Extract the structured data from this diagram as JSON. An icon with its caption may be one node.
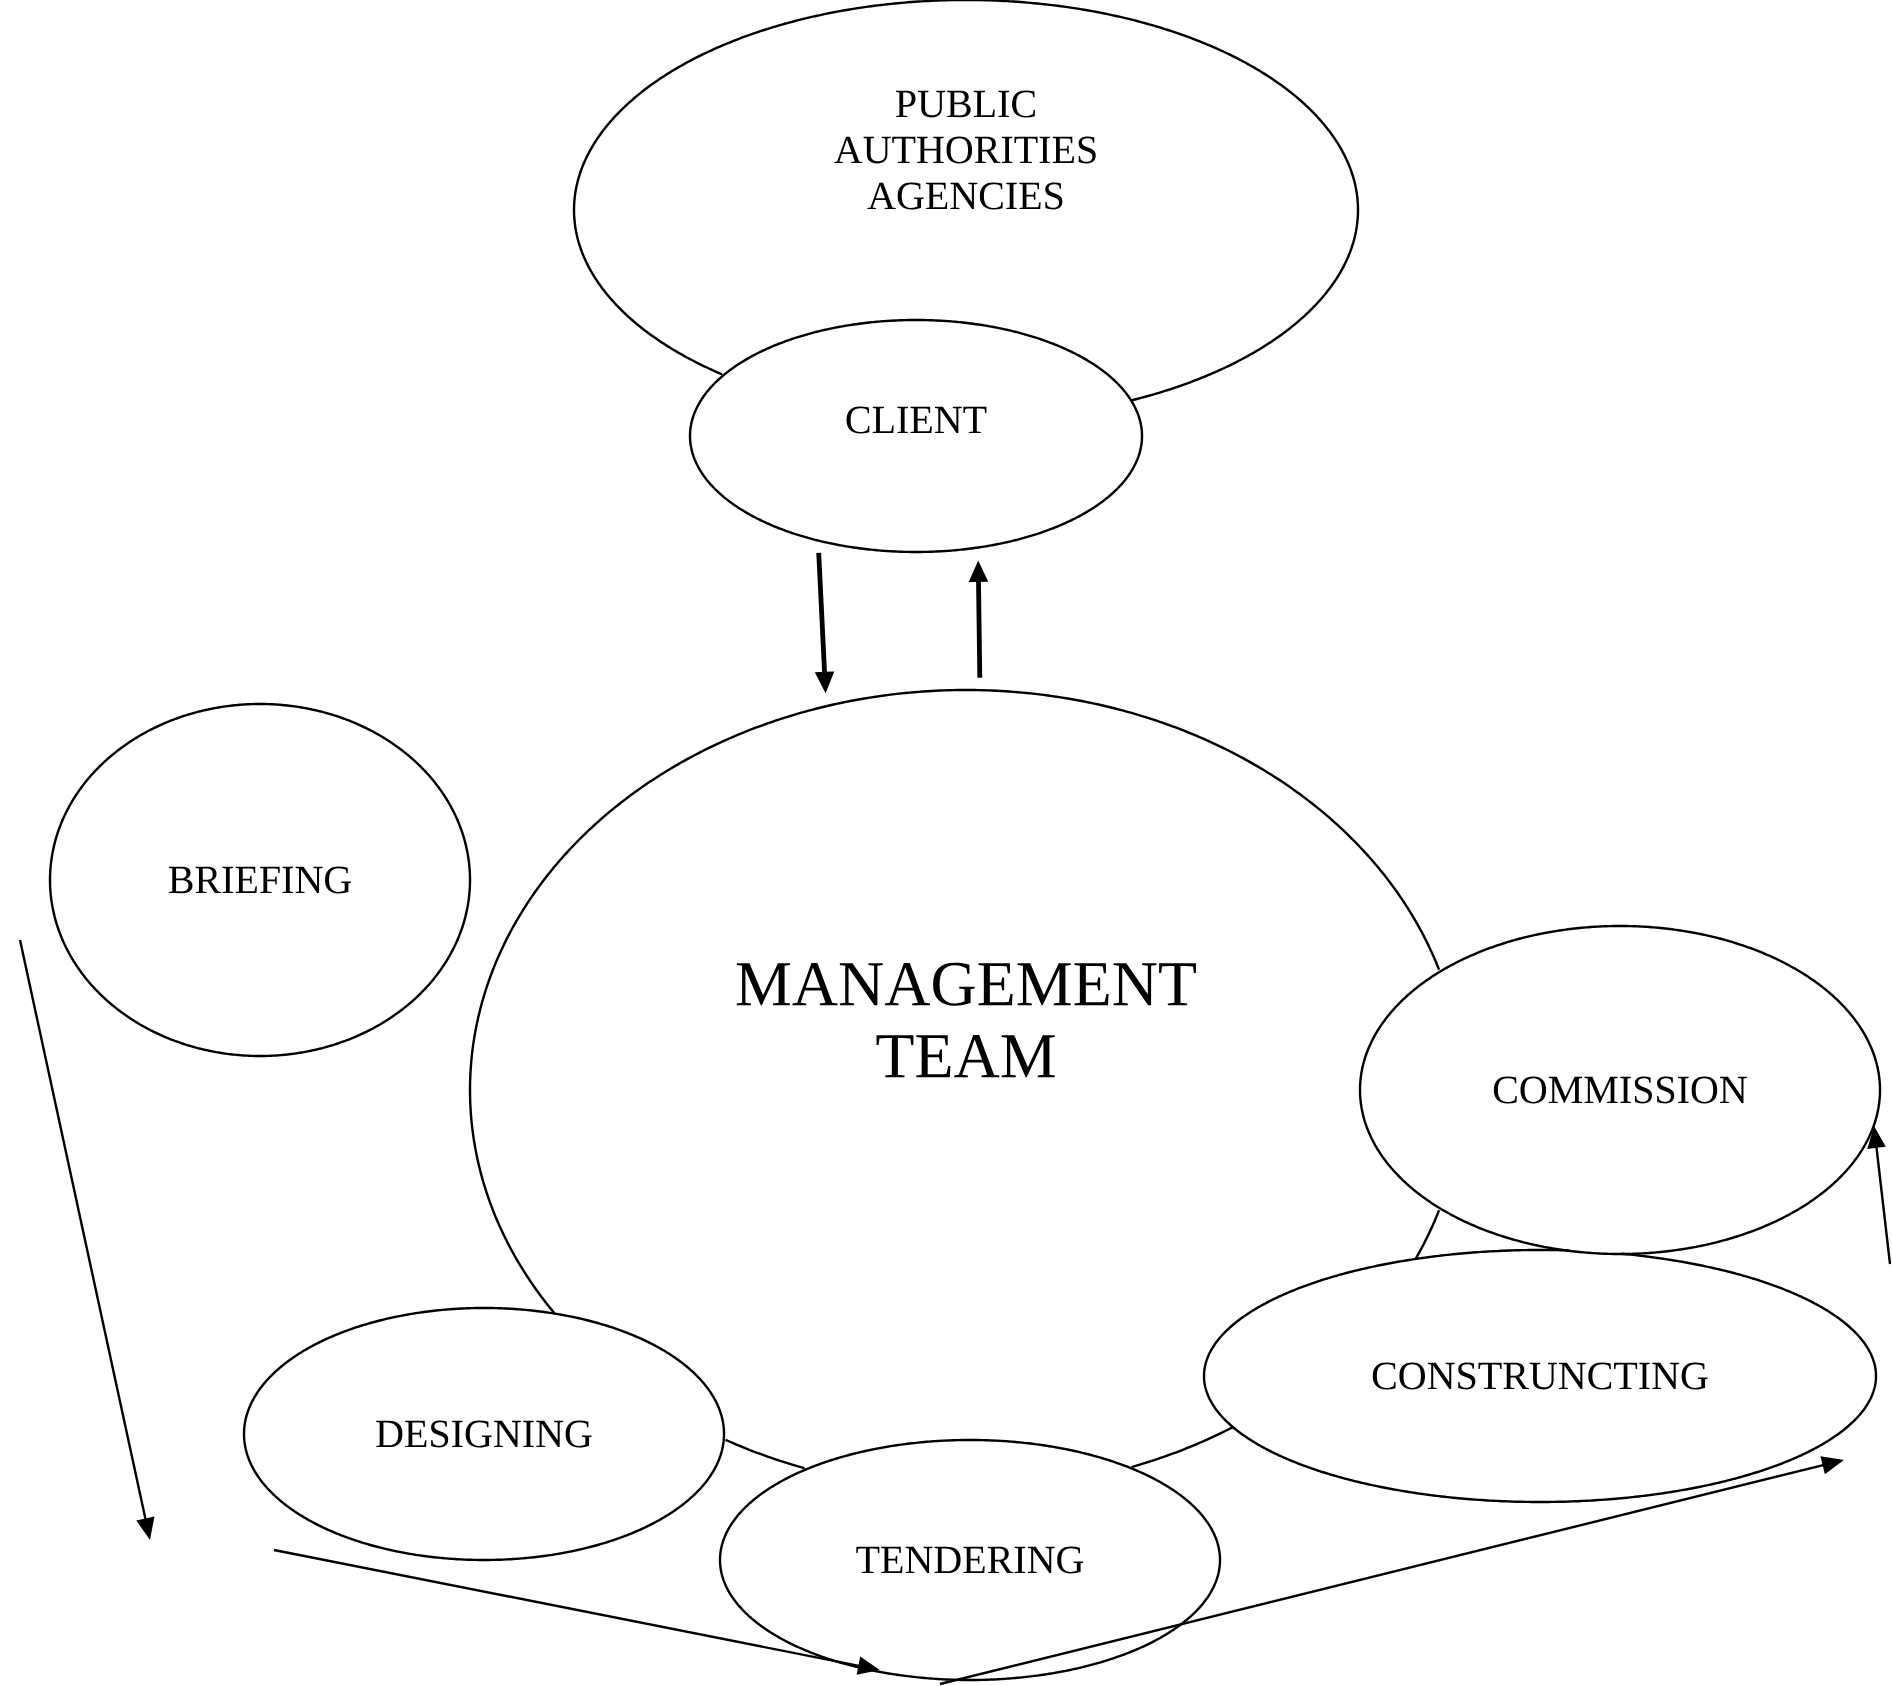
{
  "diagram": {
    "nodes": [
      {
        "text": [
          "PUBLIC AUTHORITIES AGENCIES"
        ]
      },
      {
        "text": [
          "CLIENT"
        ]
      },
      {
        "text": [
          "MANAGEMENT TEAM"
        ]
      },
      {
        "text": [
          "BRIEFING"
        ]
      },
      {
        "text": [
          "DESIGNING"
        ]
      },
      {
        "text": [
          "TENDERING"
        ]
      },
      {
        "text": [
          "CONSTRUNCTING"
        ]
      },
      {
        "text": [
          "COMMISSION"
        ]
      }
    ],
    "edges": [
      {
        "from": 1,
        "to": 2,
        "arrow": "to"
      },
      {
        "from": 2,
        "to": 1,
        "arrow": "to"
      },
      {
        "from": 3,
        "to": 4,
        "arrow": "to"
      },
      {
        "from": 4,
        "to": 5,
        "arrow": "to"
      },
      {
        "from": 5,
        "to": 6,
        "arrow": "to"
      },
      {
        "from": 6,
        "to": 7,
        "arrow": "to"
      }
    ]
  }
}
